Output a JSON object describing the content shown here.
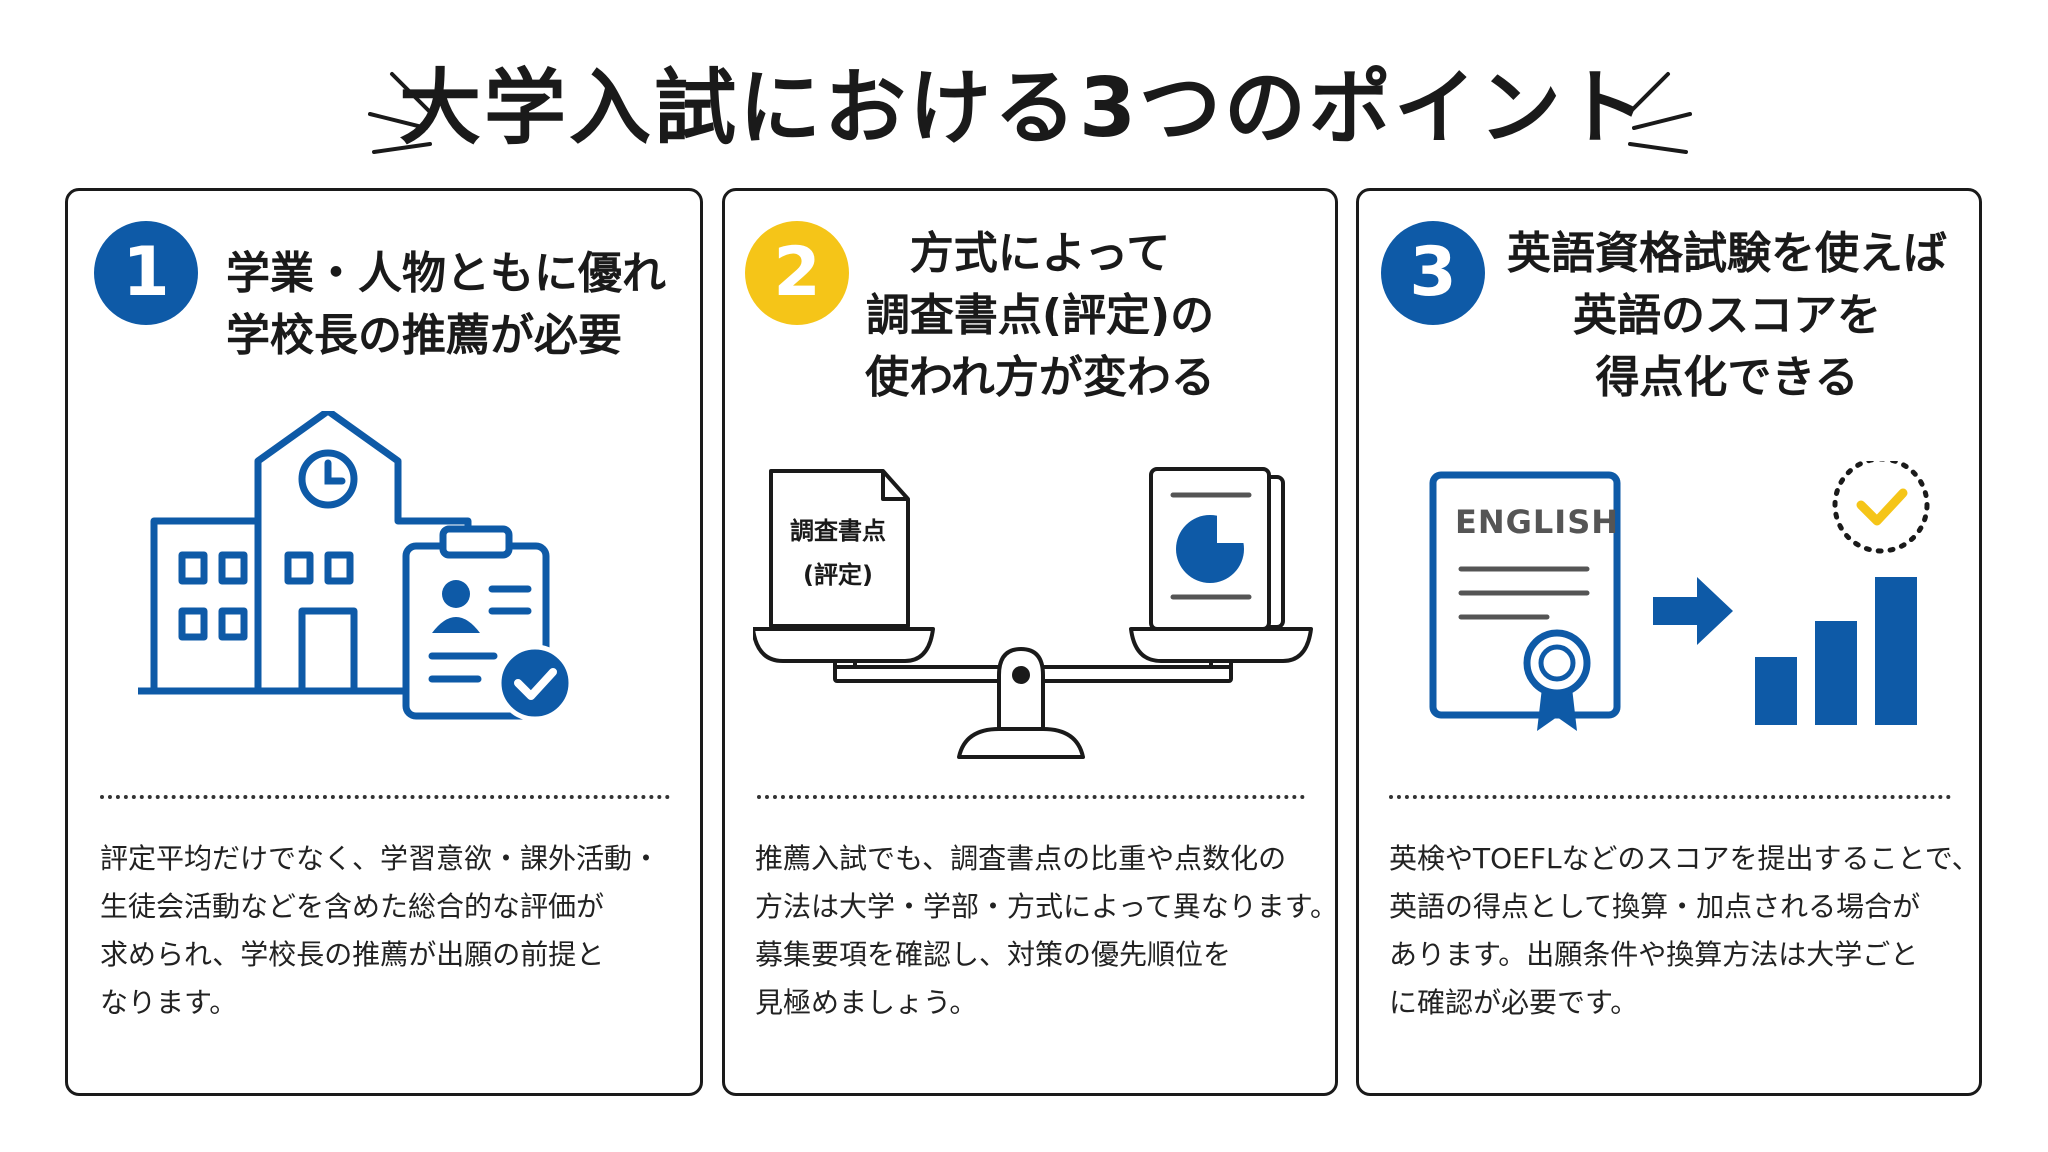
{
  "title": "大学入試における3つのポイント",
  "colors": {
    "blue": "#0e5aa7",
    "yellow": "#f5c518",
    "dark": "#1a1a1a"
  },
  "cards": [
    {
      "number": "1",
      "heading": [
        "学業・人物ともに優れ",
        "学校長の推薦が必要"
      ],
      "icons": [
        "school-building-icon",
        "clock-icon",
        "clipboard-profile-icon",
        "check-circle-icon"
      ],
      "description": [
        "評定平均だけでなく、学習意欲・課外活動・",
        "生徒会活動などを含めた総合的な評価が",
        "求められ、学校長の推薦が出願の前提と",
        "なります。"
      ]
    },
    {
      "number": "2",
      "heading": [
        "方式によって",
        "調査書点(評定)の",
        "使われ方が変わる"
      ],
      "icons": [
        "balance-scale-icon",
        "document-icon",
        "pie-chart-document-icon"
      ],
      "doc_label": [
        "調査書点",
        "(評定)"
      ],
      "description": [
        "推薦入試でも、調査書点の比重や点数化の",
        "方法は大学・学部・方式によって異なります。",
        "募集要項を確認し、対策の優先順位を",
        "見極めましょう。"
      ]
    },
    {
      "number": "3",
      "heading": [
        "英語資格試験を使えば",
        "英語のスコアを",
        "得点化できる"
      ],
      "icons": [
        "certificate-icon",
        "arrow-right-icon",
        "bar-chart-icon",
        "check-icon"
      ],
      "cert_label": "ENGLISH",
      "description": [
        "英検やTOEFLなどのスコアを提出することで、",
        "英語の得点として換算・加点される場合が",
        "あります。出願条件や換算方法は大学ごと",
        "に確認が必要です。"
      ]
    }
  ]
}
